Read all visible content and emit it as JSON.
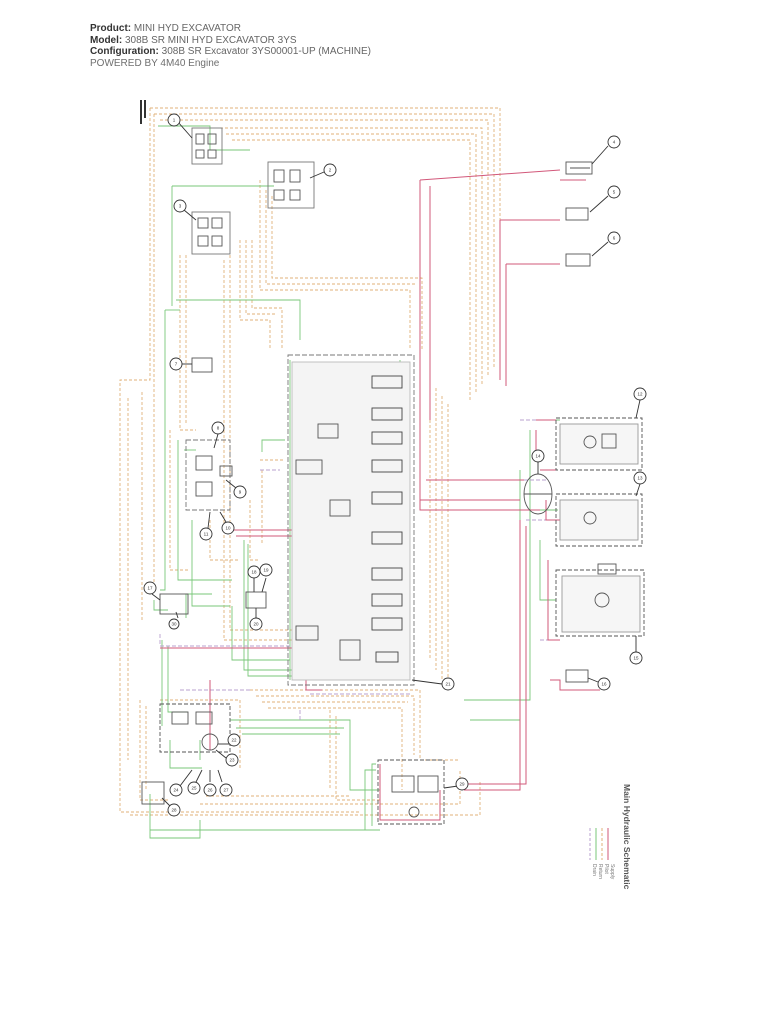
{
  "header": {
    "product_label": "Product:",
    "product_value": "MINI HYD EXCAVATOR",
    "model_label": "Model:",
    "model_value": "308B SR MINI HYD EXCAVATOR 3YS",
    "configuration_label": "Configuration:",
    "configuration_value": "308B SR Excavator 3YS00001-UP (MACHINE)",
    "powered_by": "POWERED BY 4M40 Engine"
  },
  "diagram": {
    "title": "Main Hydraulic Schematic",
    "legend": [
      "Supply",
      "Pilot",
      "Return",
      "Drain"
    ],
    "colors": {
      "supply": "#d2587a",
      "pilot": "#e0b27a",
      "return": "#7ac77a",
      "drain": "#b9a0cf",
      "component": "#555555"
    },
    "callouts": [
      "1",
      "2",
      "3",
      "4",
      "5",
      "6",
      "7",
      "8",
      "9",
      "10",
      "11",
      "12",
      "13",
      "14",
      "15",
      "16",
      "17",
      "18",
      "19",
      "20",
      "21",
      "22",
      "23",
      "24",
      "25",
      "26",
      "27",
      "28",
      "29",
      "30"
    ]
  }
}
